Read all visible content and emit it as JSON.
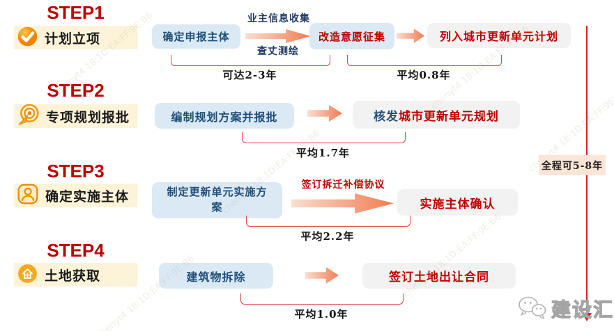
{
  "watermark": "chenyt4 18:1D:EA:FF:9E:B6",
  "colors": {
    "step_heading_red": "#BE0000",
    "node_blue_bg": "#DBE9F5",
    "node_gray_bg": "#F2F2F2",
    "text_dark_blue": "#1F4E79",
    "text_red": "#C00000",
    "category_bar_bg": "#FCF3D8",
    "total_box_bg": "#FBE5D6",
    "bracket_red": "#E04343"
  },
  "total_label": "全程可5-8年",
  "logo": {
    "name": "建设汇"
  },
  "steps": [
    {
      "step": "STEP1",
      "category": "计划立项",
      "node1": "确定申报主体",
      "arrow_top": "业主信息收集",
      "arrow_bottom": "查丈测绘",
      "node2": "改造意愿征集",
      "node3": "列入城市更新单元计划",
      "duration1": "可达2-3年",
      "duration2": "平均0.8年"
    },
    {
      "step": "STEP2",
      "category": "专项规划报批",
      "node1": "编制规划方案并报批",
      "node2_prefix": "核发",
      "node2_suffix": "城市更新单元规划",
      "duration": "平均1.7年"
    },
    {
      "step": "STEP3",
      "category": "确定实施主体",
      "node1": "制定更新单元实施方案",
      "arrow_label": "签订拆迁补偿协议",
      "node2": "实施主体确认",
      "duration": "平均2.2年"
    },
    {
      "step": "STEP4",
      "category": "土地获取",
      "node1": "建筑物拆除",
      "node2": "签订土地出让合同",
      "duration": "平均1.0年"
    }
  ]
}
